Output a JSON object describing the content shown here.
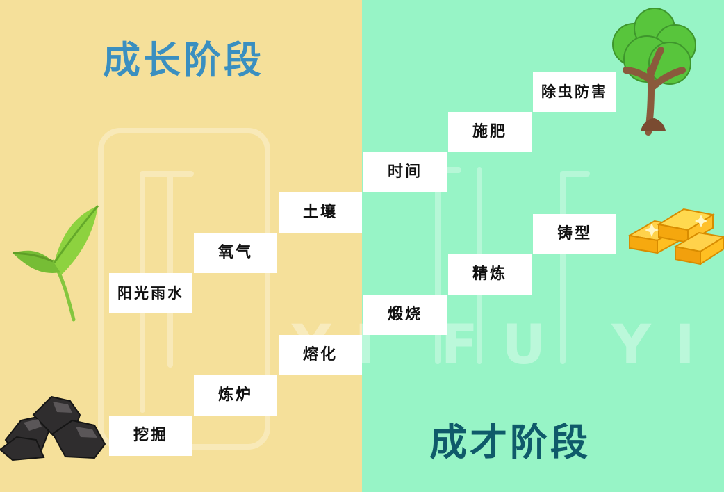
{
  "sections": {
    "growth_title": "成长阶段",
    "talent_title": "成才阶段"
  },
  "growth_steps": [
    {
      "label": "阳光雨水"
    },
    {
      "label": "氧气"
    },
    {
      "label": "土壤"
    },
    {
      "label": "时间"
    },
    {
      "label": "施肥"
    },
    {
      "label": "除虫防害"
    }
  ],
  "talent_steps": [
    {
      "label": "挖掘"
    },
    {
      "label": "炼炉"
    },
    {
      "label": "熔化"
    },
    {
      "label": "煅烧"
    },
    {
      "label": "精炼"
    },
    {
      "label": "铸型"
    }
  ],
  "watermark": {
    "text": "YI FU YI HAN"
  },
  "colors": {
    "left_bg": "#f5e09a",
    "right_bg": "#97f4c6",
    "growth_title": "#3a8fc0",
    "talent_title": "#0f5a6a"
  }
}
